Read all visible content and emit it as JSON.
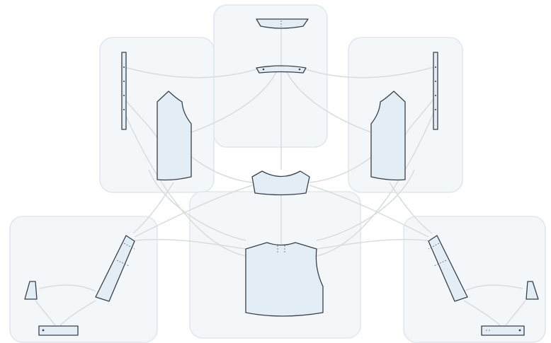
{
  "diagram": {
    "kind": "sewing pattern pieces connected in a network",
    "colors": {
      "background": "#ffffff",
      "panel_fill": "#f3f7f9",
      "panel_stroke": "#dfe8ee",
      "connector": "#d7dcdf",
      "piece_fill": "#e3edf6",
      "piece_outline": "#3b3f45"
    },
    "groups": [
      {
        "id": "collar-group",
        "pieces": [
          "collar",
          "collar-stand"
        ]
      },
      {
        "id": "left-front-group",
        "pieces": [
          "left-button-placket",
          "left-front"
        ]
      },
      {
        "id": "right-front-group",
        "pieces": [
          "right-button-placket",
          "right-front"
        ]
      },
      {
        "id": "body-group",
        "pieces": [
          "back-yoke",
          "back-body"
        ]
      },
      {
        "id": "left-sleeve-group",
        "pieces": [
          "left-sleeve",
          "left-sleeve-placket",
          "left-cuff"
        ]
      },
      {
        "id": "right-sleeve-group",
        "pieces": [
          "right-sleeve",
          "right-sleeve-placket",
          "right-cuff"
        ]
      }
    ]
  }
}
